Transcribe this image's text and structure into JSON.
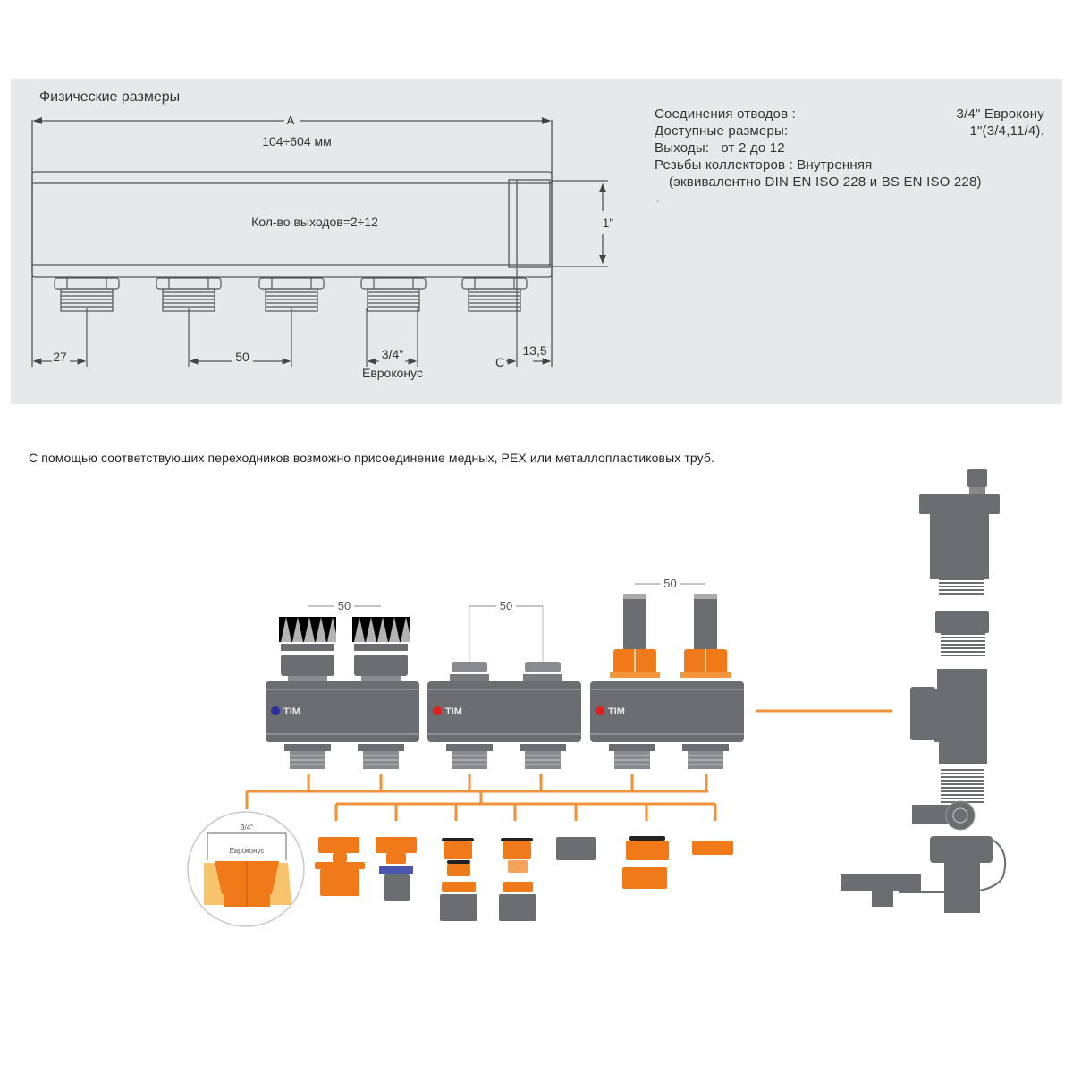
{
  "drawing": {
    "title": "Физические размеры",
    "dim_a_label": "A",
    "dim_a_value": "104÷604 мм",
    "outlets_label": "Кол-во выходов=2÷12",
    "dim_height": "1\"",
    "dim_27": "27",
    "dim_50": "50",
    "dim_thread": "3/4\"",
    "dim_thread_sub": "Евроконус",
    "dim_c": "C",
    "dim_13_5": "13,5"
  },
  "specs": [
    {
      "label": "Соединения отводов :",
      "value": "3/4\" Еврокону"
    },
    {
      "label": "Доступные размеры:",
      "value": "1\"(3/4,11/4)."
    },
    {
      "label": "Выходы:   от 2 до 12",
      "value": ""
    },
    {
      "label": "Резьбы коллекторов : Внутренняя",
      "value": ""
    }
  ],
  "specs_note": "(эквивалентно DIN EN ISO 228 и BS EN ISO 228)",
  "specs_dot": ".",
  "caption": "С помощью соответствующих переходников возможно присоединение медных, PEX или металлопластиковых труб.",
  "manifolds": [
    {
      "brand": "TIM",
      "dot_color": "#2a2f9a",
      "spacing": "50",
      "top": "manual-valve"
    },
    {
      "brand": "TIM",
      "dot_color": "#e02020",
      "spacing": "50",
      "top": "plain-nut"
    },
    {
      "brand": "TIM",
      "dot_color": "#e02020",
      "spacing": "50",
      "top": "flowmeter"
    }
  ],
  "detail": {
    "thread": "3/4\"",
    "label": "Евроконус"
  },
  "colors": {
    "orange": "#f07a1a",
    "gray": "#6c6d70",
    "panel": "#e7e8ea",
    "connector": "#f0923a"
  }
}
